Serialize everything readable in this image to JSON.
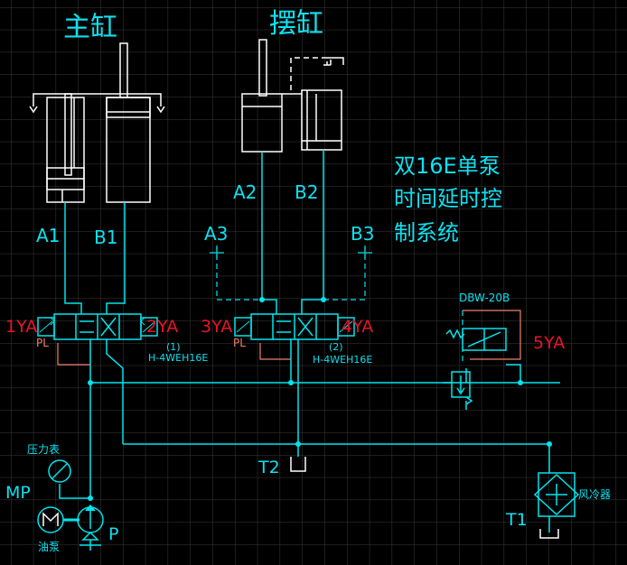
{
  "title_main_cylinder": "主缸",
  "title_swing_cylinder": "摆缸",
  "description_lines": [
    "双16E单泵",
    "时间延时控",
    "制系统"
  ],
  "ports": {
    "a1": "A1",
    "b1": "B1",
    "a2": "A2",
    "b2": "B2",
    "a3": "A3",
    "b3": "B3"
  },
  "solenoids": {
    "s1": "1YA",
    "s2": "2YA",
    "s3": "3YA",
    "s4": "4YA",
    "s5": "5YA"
  },
  "valve_tags": {
    "pl1": "PL",
    "pl2": "PL",
    "v1_index": "(1)",
    "v1_model": "H-4WEH16E",
    "v2_index": "(2)",
    "v2_model": "H-4WEH16E",
    "dbw": "DBW-20B"
  },
  "components": {
    "gauge": "压力表",
    "mp": "MP",
    "pump_label": "油泵",
    "p": "P",
    "t2": "T2",
    "t1": "T1",
    "cooler": "风冷器"
  },
  "colors": {
    "background": "#000000",
    "grid": "#3a3a3a",
    "line": "#00e5ee",
    "dashed": "#00e5ee",
    "solenoid_red": "#e8142a",
    "pilot_drain": "#f08070",
    "white": "#ffffff",
    "cyan_text": "#10e0f0"
  }
}
